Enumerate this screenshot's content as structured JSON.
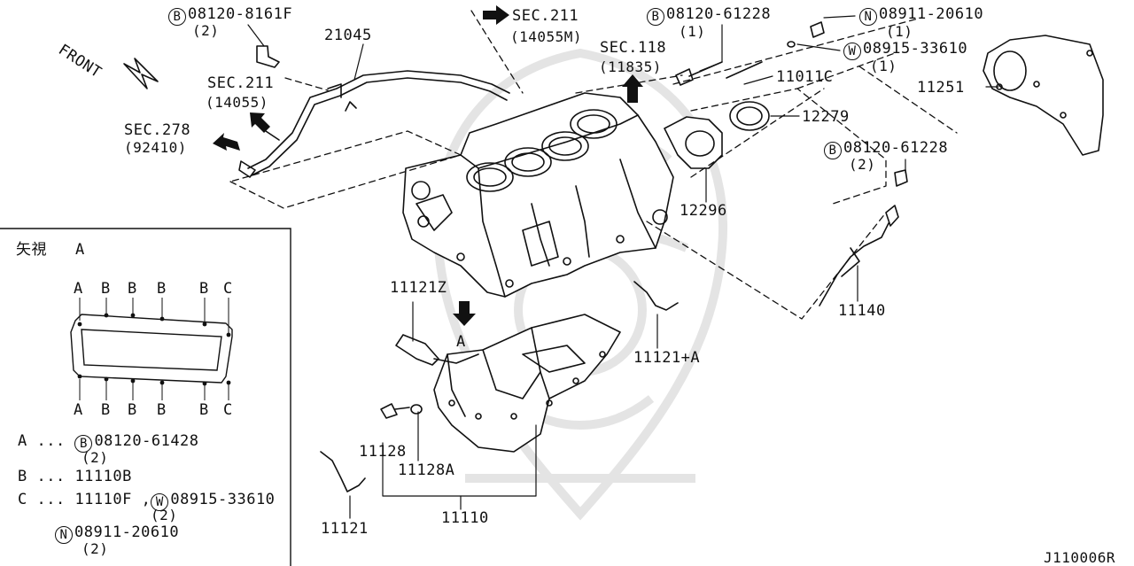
{
  "labels": {
    "front": "FRONT",
    "sec211_top": "SEC.211",
    "sec211_top_sub": "(14055M)",
    "sec118": "SEC.118",
    "sec118_sub": "(11835)",
    "sec211_left": "SEC.211",
    "sec211_left_sub": "(14055)",
    "sec278": "SEC.278",
    "sec278_sub": "(92410)",
    "p21045": "21045",
    "b_8161f": "08120-8161F",
    "b_8161f_qty": "(2)",
    "b_61228_top": "08120-61228",
    "b_61228_top_qty": "(1)",
    "n_20610": "08911-20610",
    "n_20610_qty": "(1)",
    "w_33610": "08915-33610",
    "w_33610_qty": "(1)",
    "p11011c": "11011C",
    "p11251": "11251",
    "p12279": "12279",
    "b_61228_mid": "08120-61228",
    "b_61228_mid_qty": "(2)",
    "p12296": "12296",
    "p11140": "11140",
    "p11121z": "11121Z",
    "view_a": "A",
    "p11121a": "11121+A",
    "p11128": "11128",
    "p11128a": "11128A",
    "p11110": "11110",
    "p11121": "11121",
    "diagram_code": "J110006R"
  },
  "symbols": {
    "bolt": "B",
    "nut": "N",
    "washer": "W"
  },
  "view_box": {
    "title": "矢視",
    "title_letter": "A",
    "top_letters": [
      "A",
      "B",
      "B",
      "B",
      "B",
      "C"
    ],
    "bottom_letters": [
      "A",
      "B",
      "B",
      "B",
      "B",
      "C"
    ],
    "legend": {
      "a_prefix": "A ...",
      "a_part": "08120-61428",
      "a_qty": "(2)",
      "b_prefix": "B ...",
      "b_part": "11110B",
      "c_prefix": "C ...",
      "c_part1": "11110F ,",
      "c_part2": "08915-33610",
      "c_part2_qty": "(2)",
      "c_part3": "08911-20610",
      "c_part3_qty": "(2)"
    }
  }
}
